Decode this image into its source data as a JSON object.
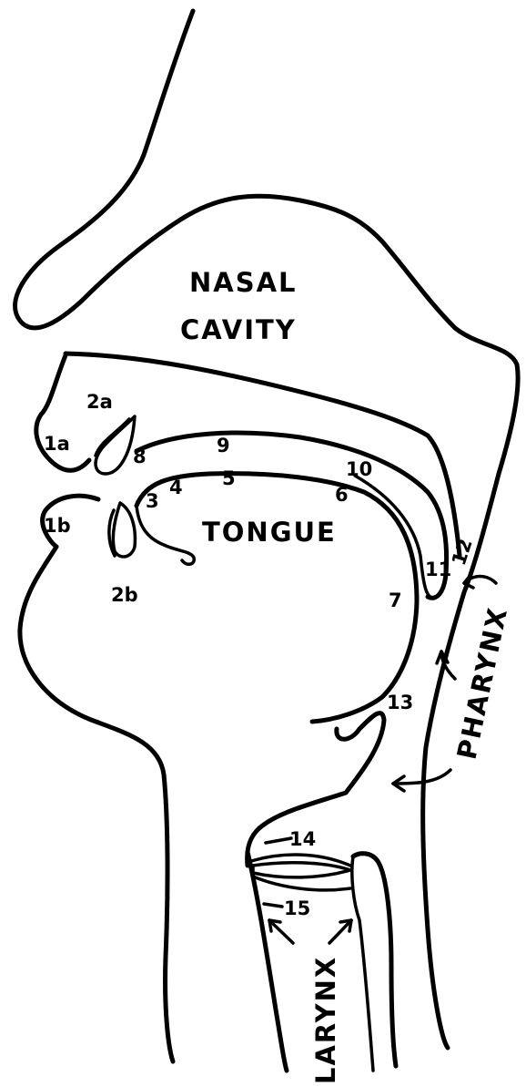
{
  "regions": {
    "nasal_line1": "NASAL",
    "nasal_line2": "CAVITY",
    "tongue": "TONGUE",
    "pharynx": "PHARYNX",
    "larynx": "LARYNX"
  },
  "markers": {
    "m1a": "1a",
    "m1b": "1b",
    "m2a": "2a",
    "m2b": "2b",
    "m3": "3",
    "m4": "4",
    "m5": "5",
    "m6": "6",
    "m7": "7",
    "m8": "8",
    "m9": "9",
    "m10": "10",
    "m11": "11",
    "m12": "12",
    "m13": "13",
    "m14": "14",
    "m15": "15"
  }
}
